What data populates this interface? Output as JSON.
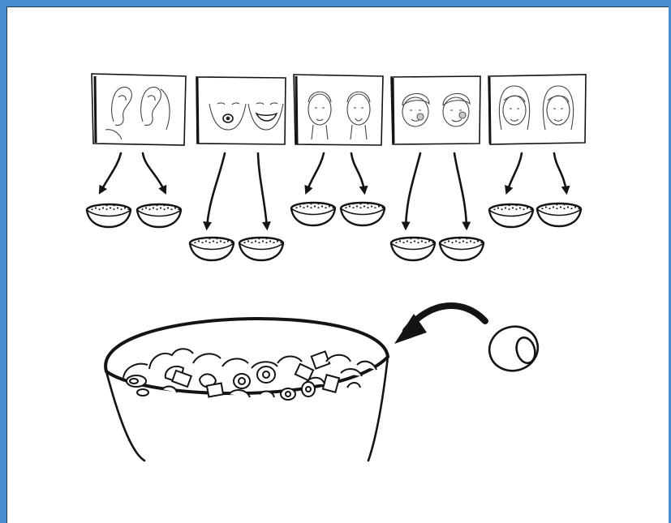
{
  "diagram": {
    "panels": [
      {
        "id": "ears",
        "icon": "ears-icon"
      },
      {
        "id": "mouths",
        "icon": "mouths-icon"
      },
      {
        "id": "men-faces",
        "icon": "men-faces-icon"
      },
      {
        "id": "boys-faces",
        "icon": "boys-faces-icon"
      },
      {
        "id": "women-faces",
        "icon": "women-faces-icon"
      }
    ],
    "small_bowl_count": 10,
    "large_bowl": "large-mixed-bowl",
    "single_piece": "single-cereal-piece"
  },
  "colors": {
    "frame": "#4a8ed2",
    "ink": "#141414",
    "background": "#ffffff"
  }
}
